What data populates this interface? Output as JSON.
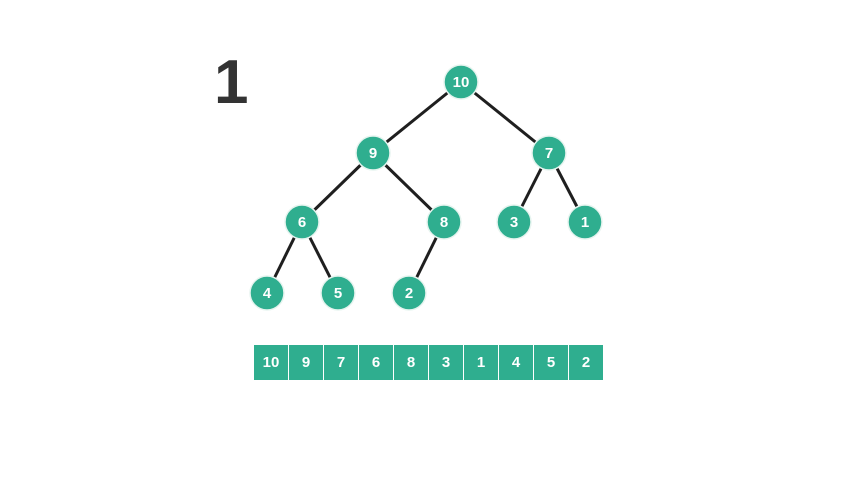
{
  "step": "1",
  "colors": {
    "node_fill": "#2fae8f",
    "node_stroke": "#e6f4ef",
    "edge": "#1f1f1f",
    "text": "#ffffff",
    "step_text": "#333333"
  },
  "tree": {
    "nodes": [
      {
        "id": "n10",
        "label": "10"
      },
      {
        "id": "n9",
        "label": "9"
      },
      {
        "id": "n7",
        "label": "7"
      },
      {
        "id": "n6",
        "label": "6"
      },
      {
        "id": "n8",
        "label": "8"
      },
      {
        "id": "n3",
        "label": "3"
      },
      {
        "id": "n1",
        "label": "1"
      },
      {
        "id": "n4",
        "label": "4"
      },
      {
        "id": "n5",
        "label": "5"
      },
      {
        "id": "n2",
        "label": "2"
      }
    ],
    "edges": [
      [
        "n10",
        "n9"
      ],
      [
        "n10",
        "n7"
      ],
      [
        "n9",
        "n6"
      ],
      [
        "n9",
        "n8"
      ],
      [
        "n7",
        "n3"
      ],
      [
        "n7",
        "n1"
      ],
      [
        "n6",
        "n4"
      ],
      [
        "n6",
        "n5"
      ],
      [
        "n8",
        "n2"
      ]
    ]
  },
  "array": [
    "10",
    "9",
    "7",
    "6",
    "8",
    "3",
    "1",
    "4",
    "5",
    "2"
  ]
}
